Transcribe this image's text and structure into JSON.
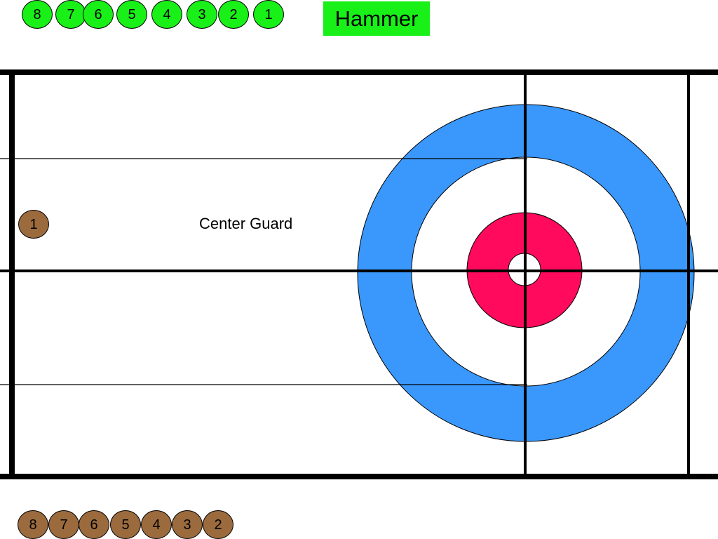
{
  "hammer": {
    "label": "Hammer",
    "color": "#18f018"
  },
  "annotation": {
    "text": "Center Guard"
  },
  "colors": {
    "team_green": "#18f018",
    "team_brown": "#9b6b3e",
    "twelve_foot": "#3a97fb",
    "four_foot": "#ff0a5c",
    "lines": "#000000"
  },
  "green_stones": [
    "8",
    "7",
    "6",
    "5",
    "4",
    "3",
    "2",
    "1"
  ],
  "brown_stones": [
    "8",
    "7",
    "6",
    "5",
    "4",
    "3",
    "2"
  ],
  "played_stones": [
    {
      "team": "brown",
      "number": "1"
    }
  ]
}
